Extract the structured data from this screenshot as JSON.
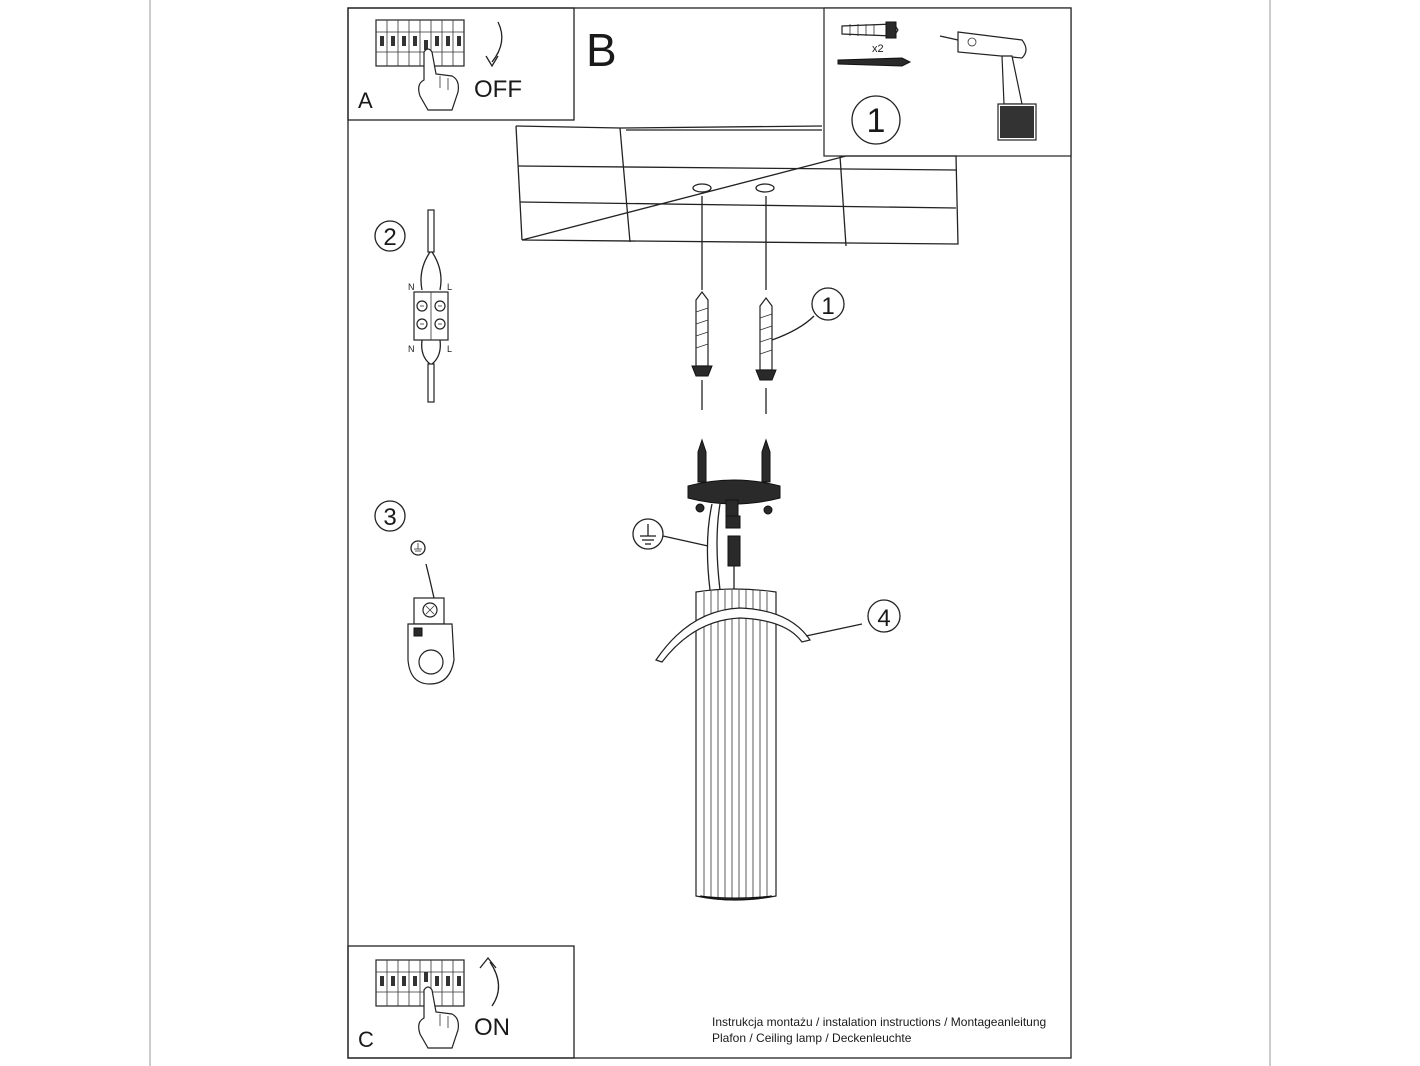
{
  "panel_a": {
    "label": "A",
    "switch_text": "OFF"
  },
  "panel_b": {
    "label": "B"
  },
  "panel_c": {
    "label": "C",
    "switch_text": "ON"
  },
  "tools_box": {
    "quantity": "x2",
    "step": "1"
  },
  "callouts": {
    "step1": "1",
    "step2": "2",
    "step3": "3",
    "step4": "4"
  },
  "connector_marks": {
    "neutral": "N",
    "live": "L"
  },
  "footer": {
    "line1": "Instrukcja montażu / instalation instructions / Montageanleitung",
    "line2": "Plafon / Ceiling lamp / Deckenleuchte"
  },
  "icons": [
    "fuse-box-icon",
    "hand-icon",
    "arrow-down-icon",
    "arrow-up-icon",
    "wall-plug-icon",
    "screw-icon",
    "drill-icon",
    "terminal-block-icon",
    "ground-symbol-icon",
    "ground-clamp-icon",
    "mounting-plate-icon",
    "lamp-cylinder-icon",
    "ceiling-icon"
  ]
}
